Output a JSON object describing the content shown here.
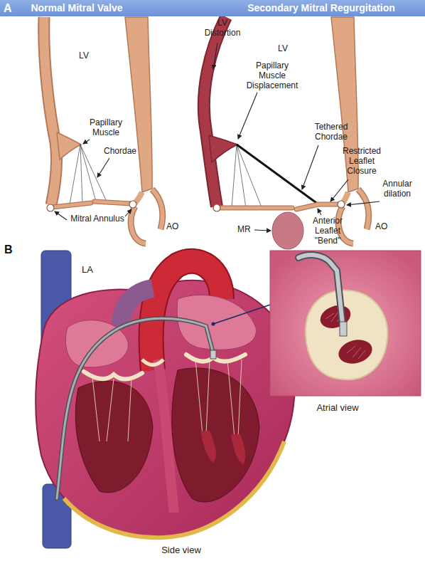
{
  "diagram": {
    "nodes": [
      {
        "text": [
          "Normal Mitral Valve",
          "Secondary Mitral Regurgitation"
        ]
      }
    ],
    "labels": [
      "A",
      "LV",
      "Papillary Muscle",
      "Chordae",
      "Mitral Annulus",
      "AO",
      "LV Distortion",
      "LV",
      "Papillary Muscle Displacement",
      "Tethered Chordae",
      "Restricted Leaflet Closure",
      "Annular dilation",
      "Anterior Leaflet \"Bend\"",
      "MR",
      "AO",
      "B",
      "LA",
      "Atrial view",
      "Side view"
    ]
  }
}
